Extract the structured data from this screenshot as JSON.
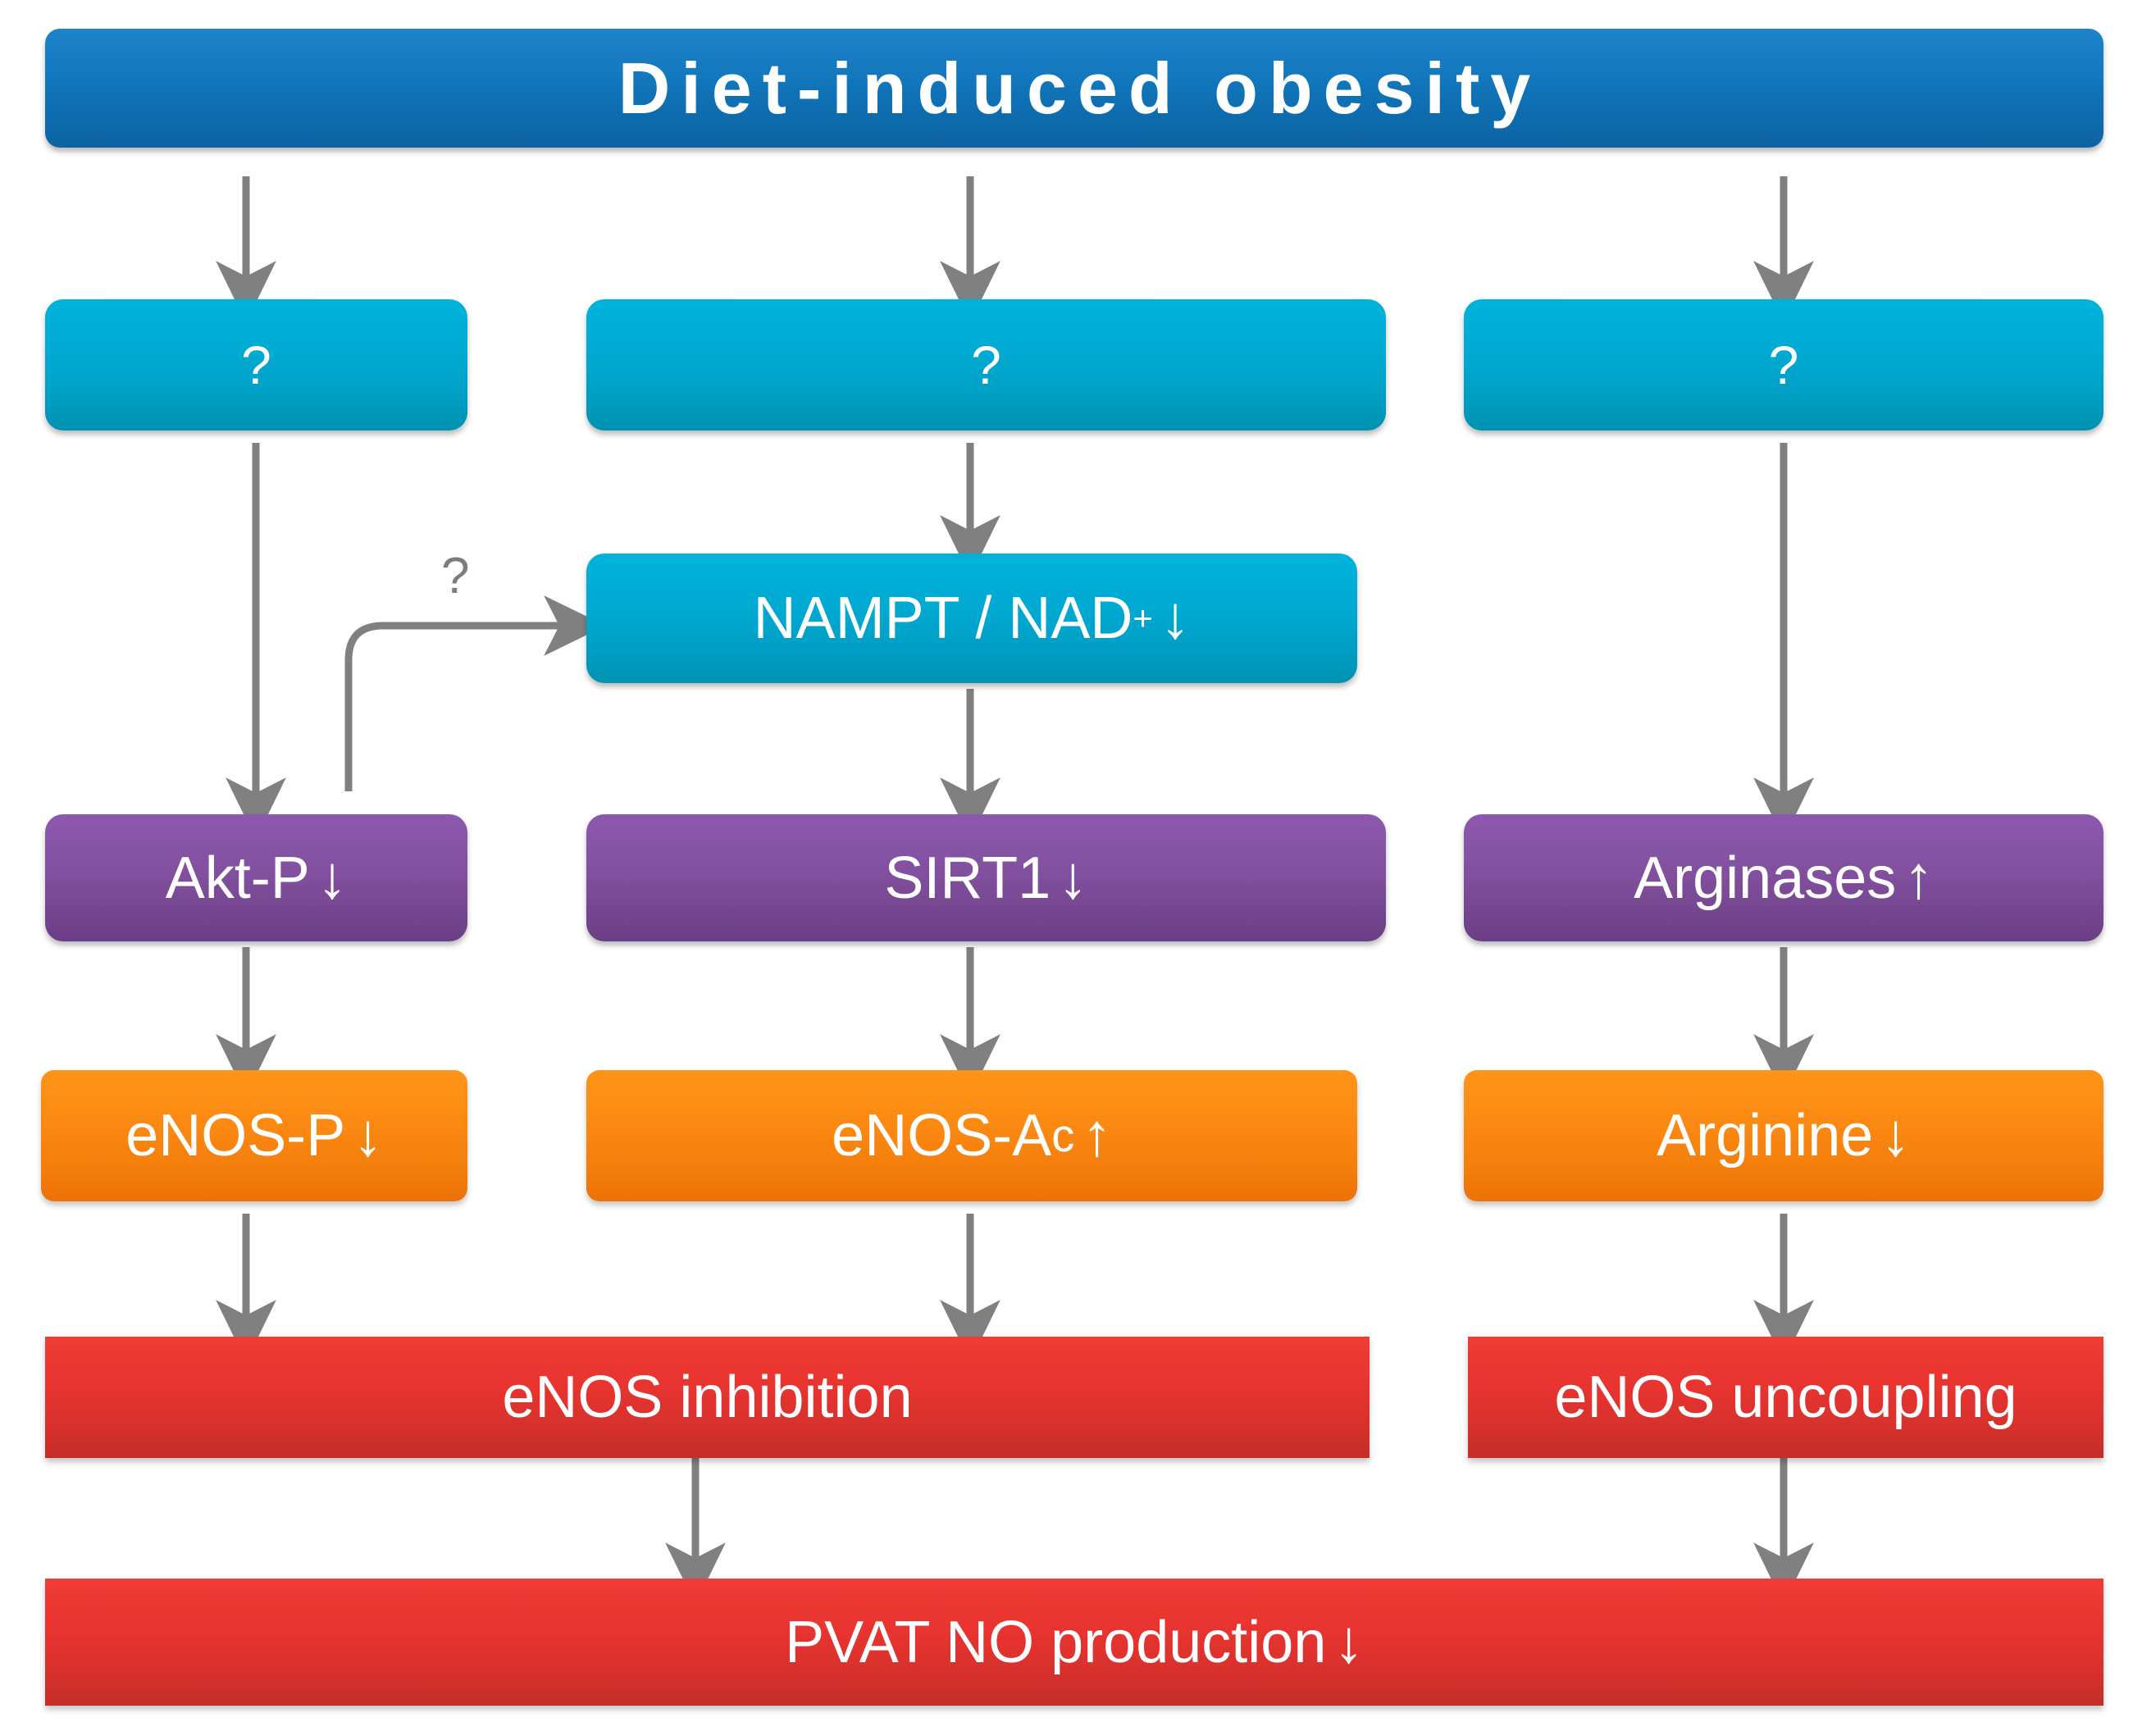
{
  "diagram": {
    "title": "Diet-induced obesity",
    "background_color": "#ffffff",
    "palette": {
      "banner_blue_top": "#1e83c8",
      "banner_blue_bottom": "#0e63a2",
      "teal_top": "#00b3db",
      "teal_bottom": "#0092b1",
      "purple_top": "#8d59b0",
      "purple_bottom": "#6a3e85",
      "orange_top": "#fe9419",
      "orange_bottom": "#ec7207",
      "red_top": "#ef3c36",
      "red_bottom": "#c42e2a",
      "arrow_gray": "#808080",
      "text_white": "#ffffff"
    }
  },
  "nodes": {
    "banner": {
      "label": "Diet-induced obesity"
    },
    "unknown_left": {
      "label": "?"
    },
    "unknown_middle": {
      "label": "?"
    },
    "unknown_right": {
      "label": "?"
    },
    "nampt": {
      "label_main": "NAMPT / NAD",
      "label_sup": "+",
      "label_arrow": "↓"
    },
    "akt_p": {
      "label_main": "Akt-P",
      "label_arrow": "↓"
    },
    "sirt1": {
      "label_main": "SIRT1",
      "label_arrow": "↓"
    },
    "arginases": {
      "label_main": "Arginases",
      "label_arrow": "↑"
    },
    "enos_p": {
      "label_main": "eNOS-P",
      "label_arrow": "↓"
    },
    "enos_ac": {
      "label_main": "eNOS-A",
      "label_smallcap": "c",
      "label_arrow": "↑"
    },
    "arginine": {
      "label_main": "Arginine",
      "label_arrow": "↓"
    },
    "enos_inhibition": {
      "label": "eNOS inhibition"
    },
    "enos_uncoupling": {
      "label": "eNOS uncoupling"
    },
    "pvat_no": {
      "label_main": "PVAT NO production",
      "label_arrow": "↓"
    }
  },
  "connector_labels": {
    "akt_to_nampt_question": "?"
  }
}
